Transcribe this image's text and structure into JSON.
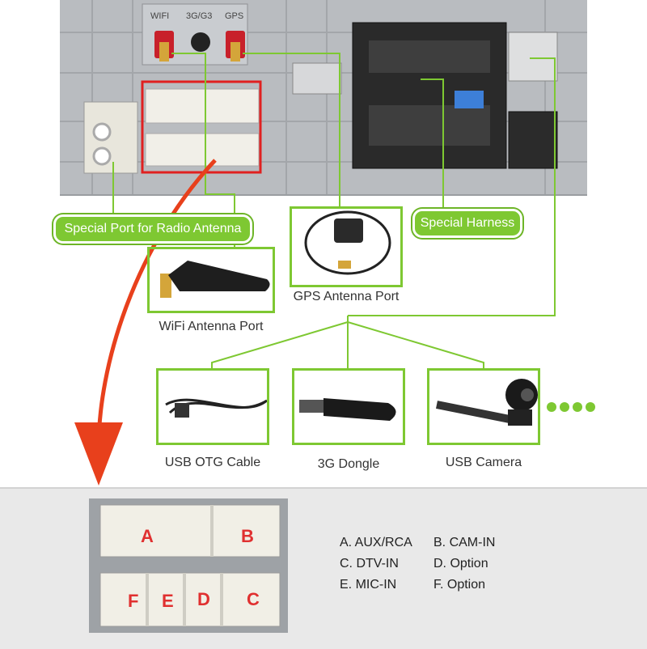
{
  "callouts": {
    "radio_antenna": "Special Port for Radio Antenna",
    "special_harness": "Special Harness"
  },
  "devices": {
    "wifi": "WiFi Antenna Port",
    "gps": "GPS Antenna Port",
    "usb_otg": "USB OTG Cable",
    "dongle_3g": "3G Dongle",
    "usb_camera": "USB Camera"
  },
  "connector_letters": {
    "a": "A",
    "b": "B",
    "c": "C",
    "d": "D",
    "e": "E",
    "f": "F"
  },
  "port_labels": {
    "wifi": "WIFI",
    "g3": "3G/G3",
    "gps": "GPS"
  },
  "legend": {
    "a": "A. AUX/RCA",
    "b": "B. CAM-IN",
    "c": "C. DTV-IN",
    "d": "D. Option",
    "e": "E. MIC-IN",
    "f": "F. Option"
  },
  "colors": {
    "accent_green": "#7ec832",
    "arrow_red": "#e8401c",
    "highlight_red": "#e02020"
  }
}
